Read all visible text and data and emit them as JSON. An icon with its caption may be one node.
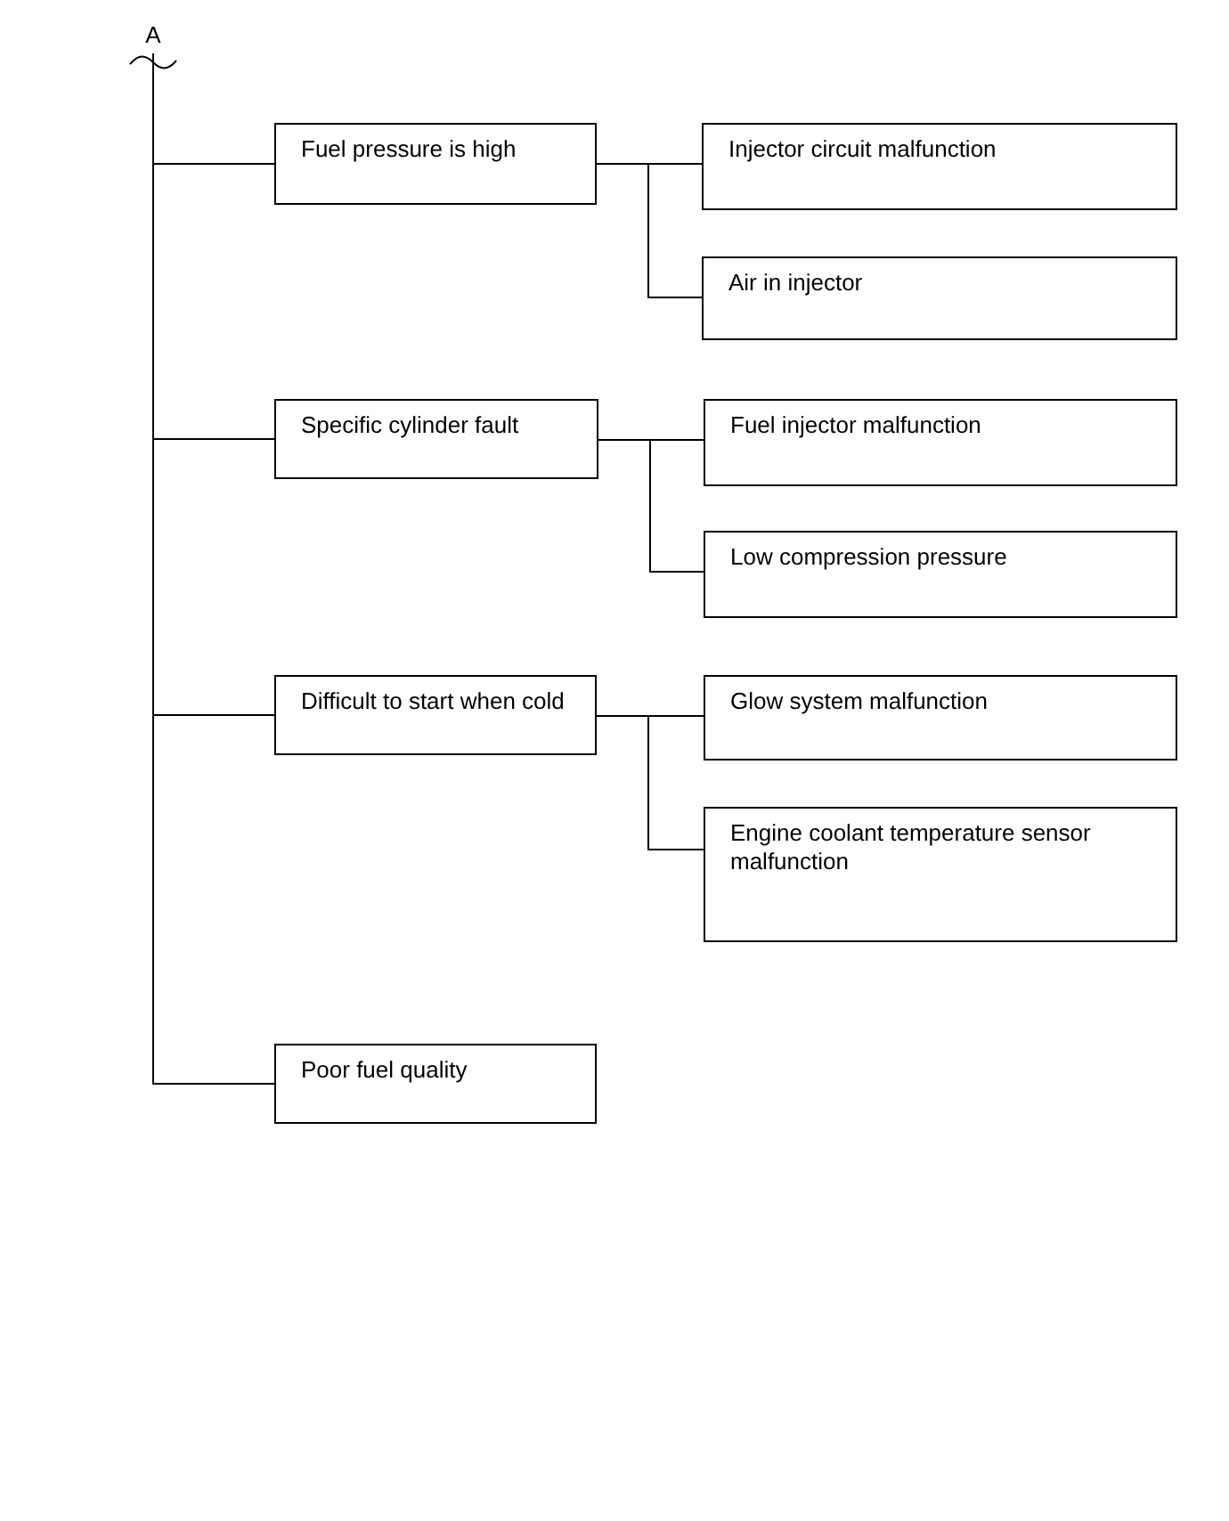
{
  "diagram": {
    "nodes": [
      {
        "text": [
          "A"
        ]
      },
      {
        "text": [
          "Fuel pressure is high"
        ]
      },
      {
        "text": [
          "Injector circuit malfunction"
        ]
      },
      {
        "text": [
          "Air in injector"
        ]
      },
      {
        "text": [
          "Specific cylinder fault"
        ]
      },
      {
        "text": [
          "Fuel injector malfunction"
        ]
      },
      {
        "text": [
          "Low compression pressure"
        ]
      },
      {
        "text": [
          "Difficult to start when cold"
        ]
      },
      {
        "text": [
          "Glow system malfunction"
        ]
      },
      {
        "text": [
          "Engine coolant temperature sensor malfunction"
        ]
      },
      {
        "text": [
          "Poor fuel quality"
        ]
      }
    ],
    "edges": [
      {
        "from": 0,
        "to": 1,
        "arrow": "none"
      },
      {
        "from": 0,
        "to": 4,
        "arrow": "none"
      },
      {
        "from": 0,
        "to": 7,
        "arrow": "none"
      },
      {
        "from": 0,
        "to": 10,
        "arrow": "none"
      },
      {
        "from": 1,
        "to": 2,
        "arrow": "none"
      },
      {
        "from": 1,
        "to": 3,
        "arrow": "none"
      },
      {
        "from": 4,
        "to": 5,
        "arrow": "none"
      },
      {
        "from": 4,
        "to": 6,
        "arrow": "none"
      },
      {
        "from": 7,
        "to": 8,
        "arrow": "none"
      },
      {
        "from": 7,
        "to": 9,
        "arrow": "none"
      }
    ]
  }
}
